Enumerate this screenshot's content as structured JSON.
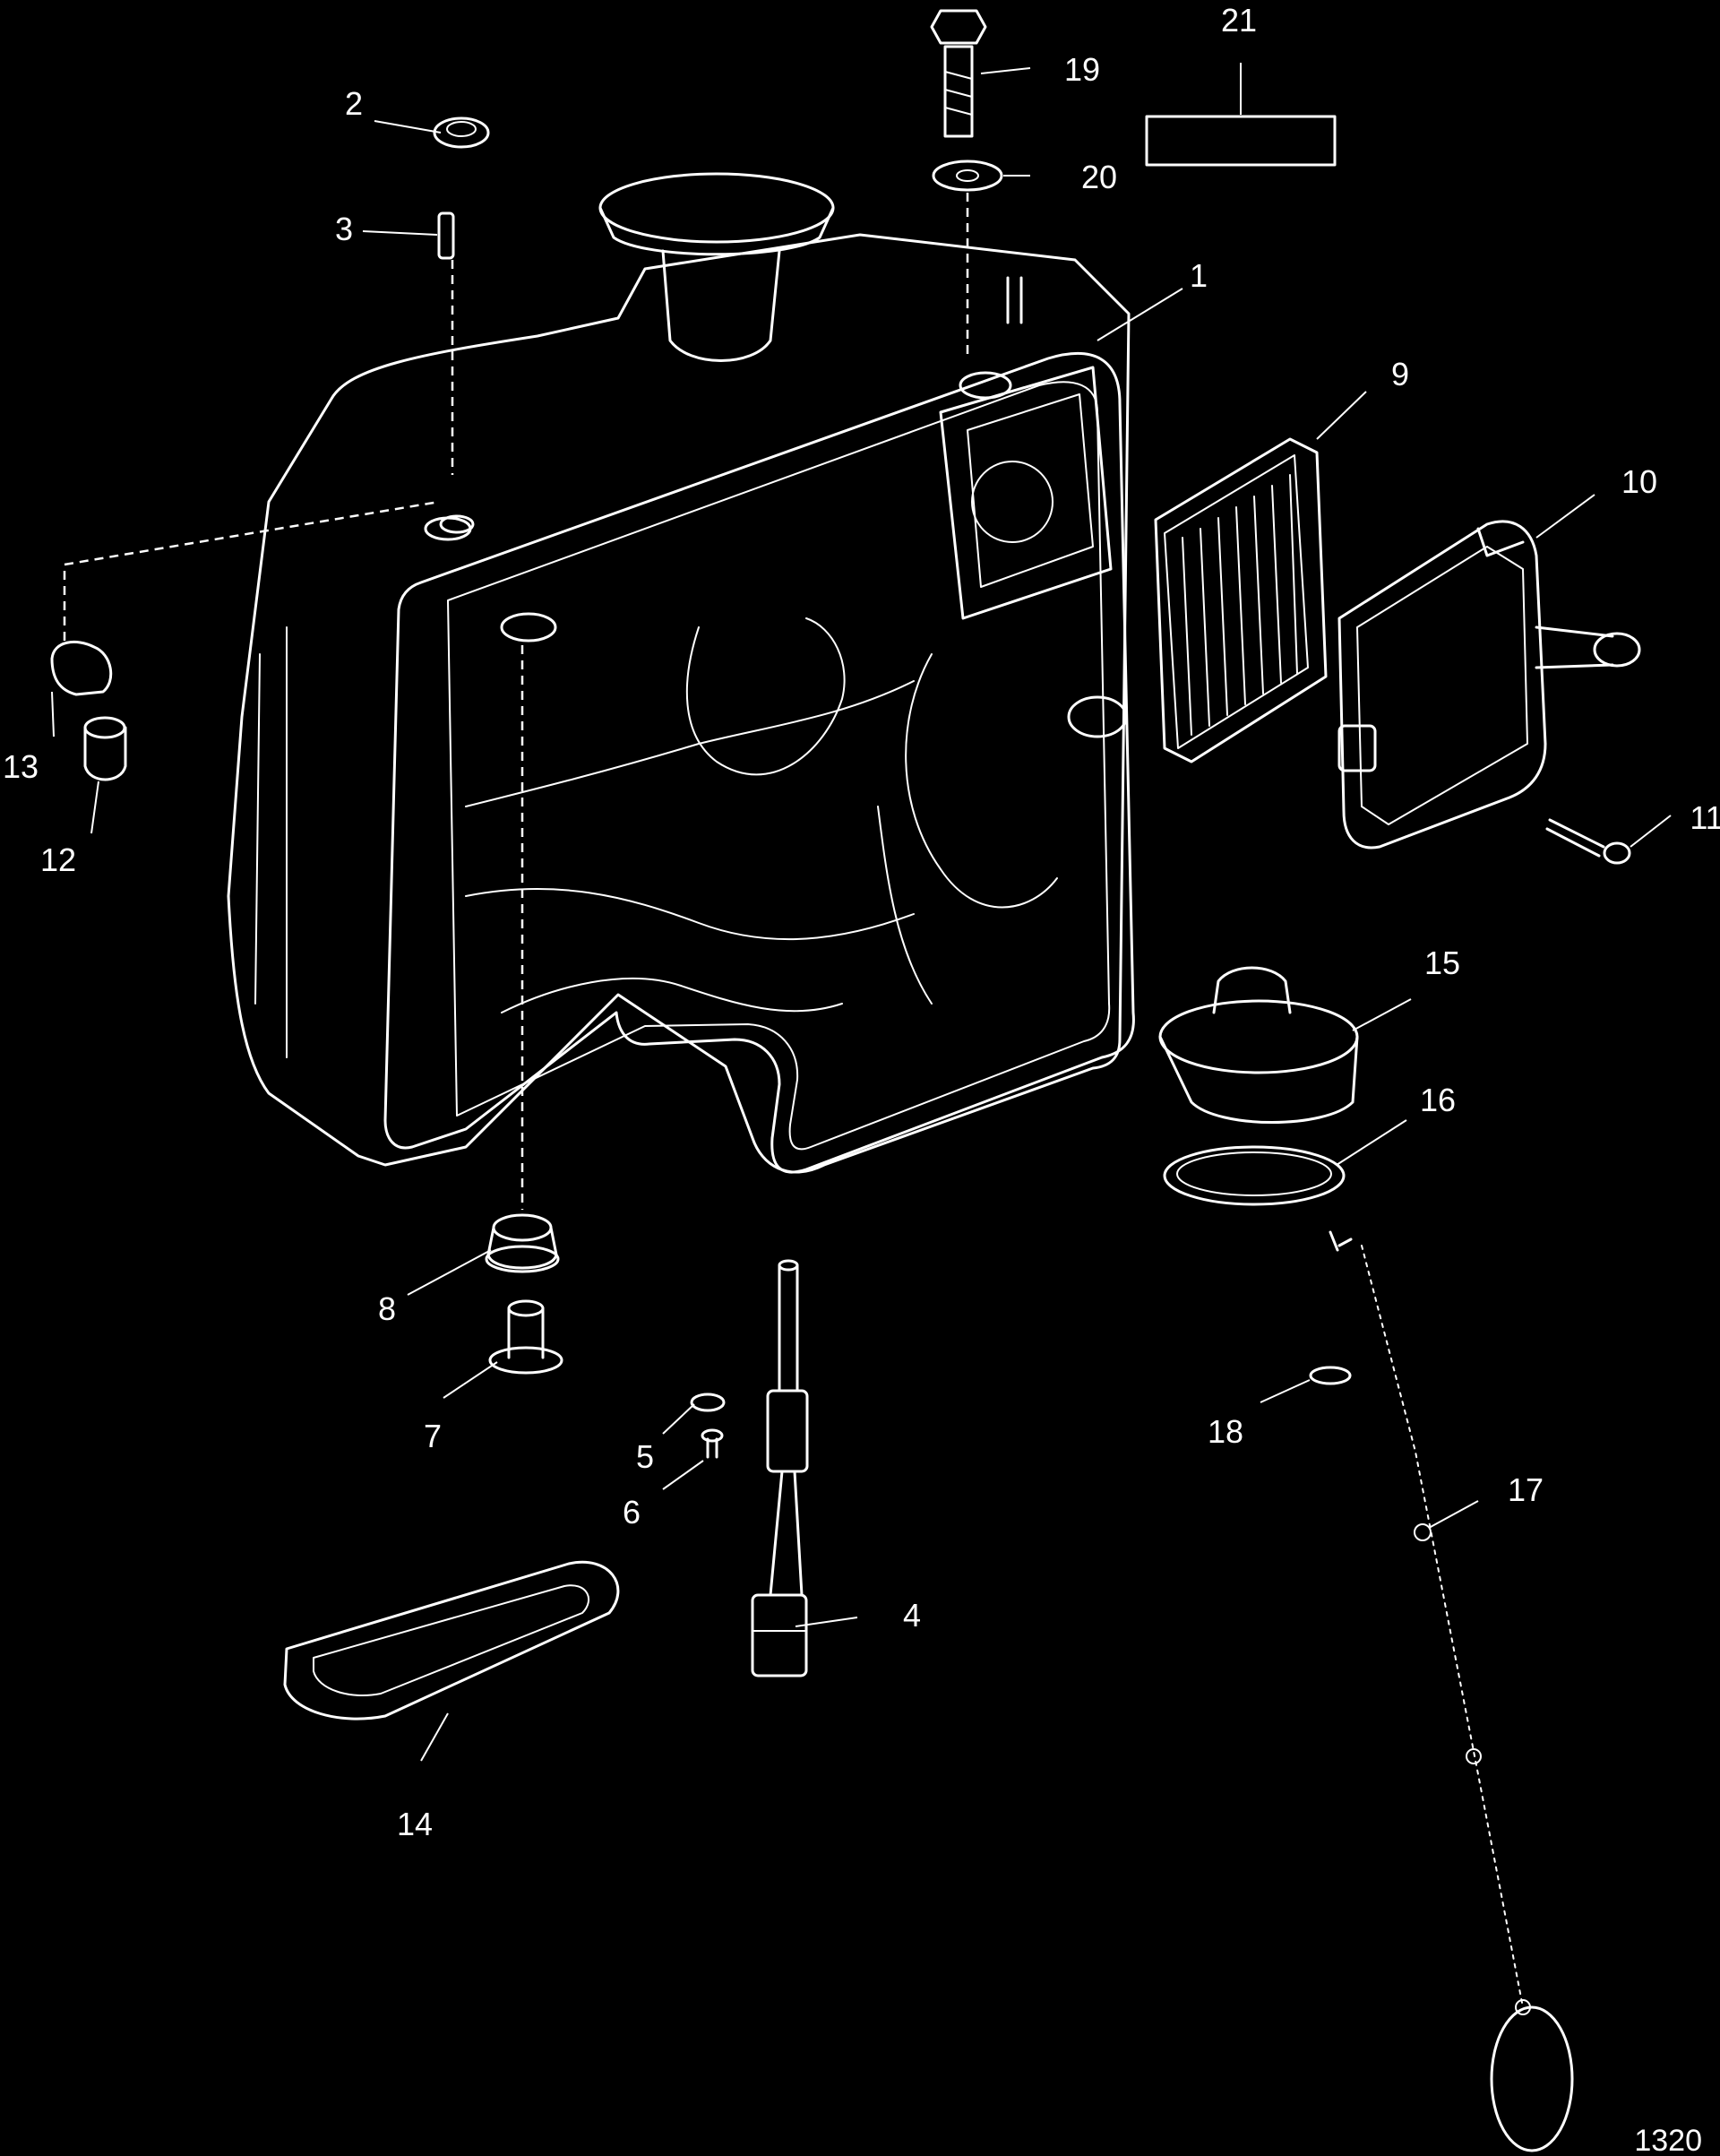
{
  "callouts": [
    {
      "id": "1",
      "label": "1"
    },
    {
      "id": "2",
      "label": "2"
    },
    {
      "id": "3",
      "label": "3"
    },
    {
      "id": "4",
      "label": "4"
    },
    {
      "id": "5",
      "label": "5"
    },
    {
      "id": "6",
      "label": "6"
    },
    {
      "id": "7",
      "label": "7"
    },
    {
      "id": "8",
      "label": "8"
    },
    {
      "id": "9",
      "label": "9"
    },
    {
      "id": "10",
      "label": "10"
    },
    {
      "id": "11",
      "label": "11"
    },
    {
      "id": "12",
      "label": "12"
    },
    {
      "id": "13",
      "label": "13"
    },
    {
      "id": "14",
      "label": "14"
    },
    {
      "id": "15",
      "label": "15"
    },
    {
      "id": "16",
      "label": "16"
    },
    {
      "id": "17",
      "label": "17"
    },
    {
      "id": "18",
      "label": "18"
    },
    {
      "id": "19",
      "label": "19"
    },
    {
      "id": "20",
      "label": "20"
    },
    {
      "id": "21",
      "label": "21"
    }
  ],
  "figure_number": "1320",
  "colors": {
    "background": "#000000",
    "linework": "#ffffff"
  }
}
